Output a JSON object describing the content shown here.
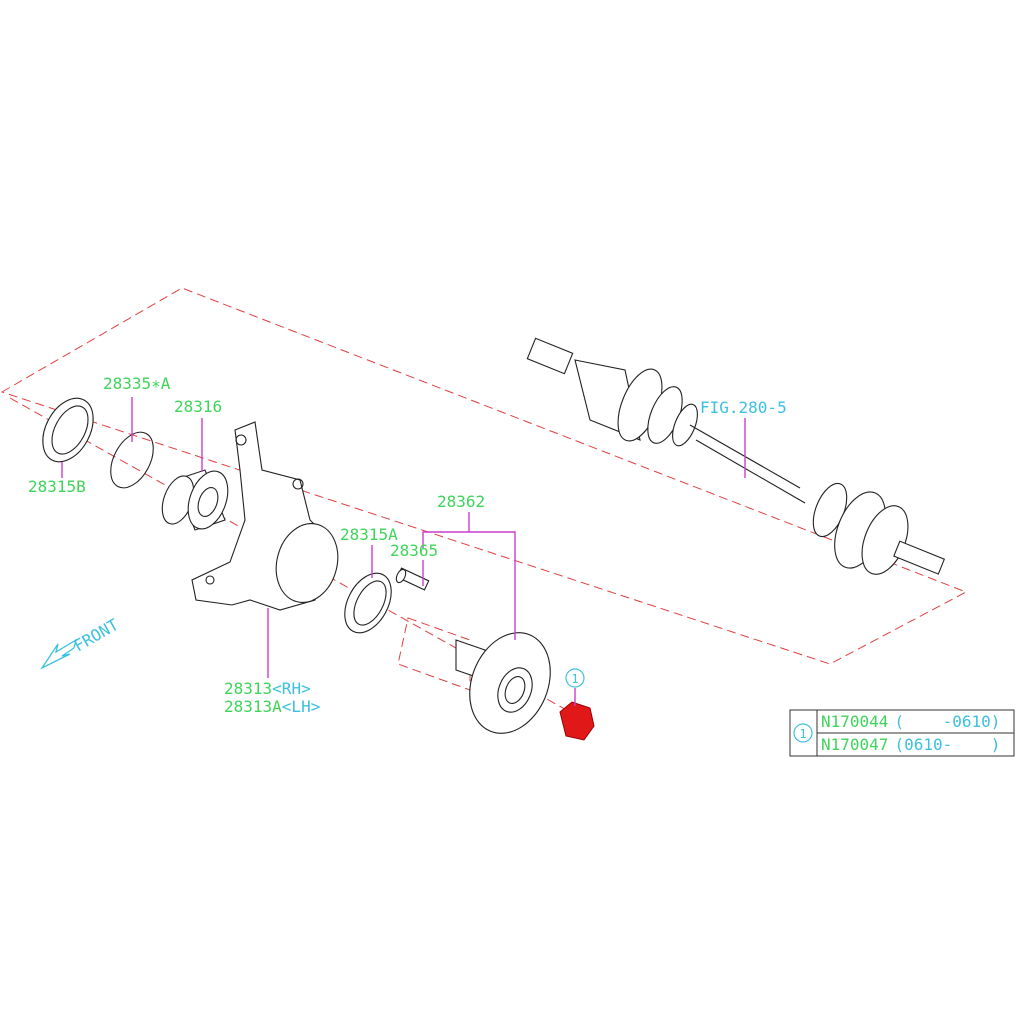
{
  "labels": {
    "p28335a": "28335∗A",
    "p28316": "28316",
    "p28315b": "28315B",
    "p28315a": "28315A",
    "p28365": "28365",
    "p28362": "28362",
    "p28313_num": "28313",
    "p28313_rh": "<RH>",
    "p28313a_num": "28313A",
    "p28313a_lh": "<LH>",
    "fig": "FIG.280-5",
    "front": "FRONT",
    "callout": "1"
  },
  "parts_table": {
    "ref": "1",
    "rows": [
      {
        "part": "N170044",
        "range": "(    -0610)"
      },
      {
        "part": "N170047",
        "range": "(0610-    )"
      }
    ]
  },
  "colors": {
    "part_number": "#3fd45a",
    "note": "#3cc0e0",
    "leader": "#cc3dcc",
    "phantom": "#e04040",
    "highlight": "#e01818"
  }
}
